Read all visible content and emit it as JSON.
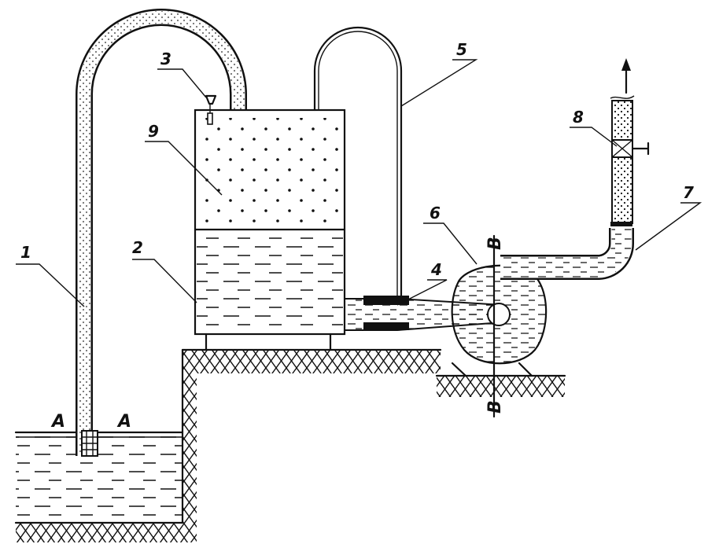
{
  "labels": {
    "n1": "1",
    "n2": "2",
    "n3": "3",
    "n4": "4",
    "n5": "5",
    "n6": "6",
    "n7": "7",
    "n8": "8",
    "n9": "9",
    "section_a_left": "A",
    "section_a_right": "A",
    "section_b_top": "B",
    "section_b_bottom": "B"
  }
}
